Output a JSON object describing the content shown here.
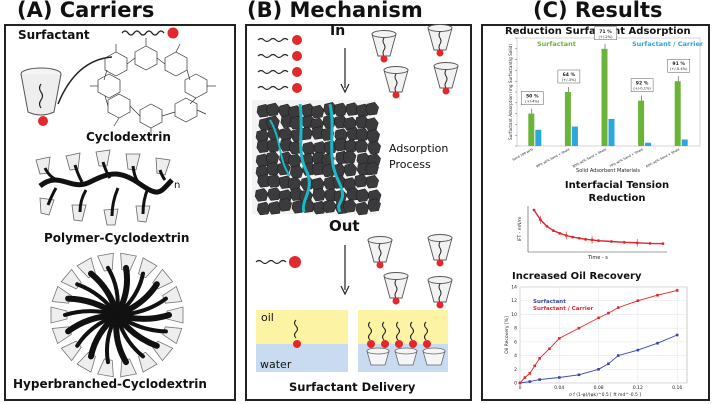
{
  "headers": {
    "a": "(A) Carriers",
    "b": "(B) Mechanism",
    "c": "(C) Results"
  },
  "carriers": {
    "surfactant": "Surfactant",
    "cyclodextrin": "Cyclodextrin",
    "polymer": "Polymer-Cyclodextrin",
    "polymer_n": "n",
    "hyper": "Hyperbranched-Cyclodextrin"
  },
  "mechanism": {
    "in": "In",
    "out": "Out",
    "adsorption": "Adsorption Process",
    "oil": "oil",
    "water": "water",
    "delivery": "Surfactant Delivery"
  },
  "results": {
    "chart1_title": "Reduction Surfactant Adsorption",
    "chart2_title": "Interfacial Tension Reduction",
    "chart3_title": "Increased Oil Recovery"
  },
  "colors": {
    "red": "#e4262d",
    "green": "#6ab43a",
    "blue": "#2aa7dc",
    "navy": "#3846a8",
    "teal": "#1bb7c8"
  },
  "chart_data": [
    {
      "type": "bar",
      "title": "Reduction Surfactant Adsorption",
      "xlabel": "Solid Adsorbent Materials",
      "ylabel": "Surfactant Adsorption (mg Surfactant/g Solid)",
      "categories": [
        "Sand 100 wt%",
        "90% wt% Sand + Shale",
        "80% wt% Sand + Shale",
        "70% wt% Sand + Shale",
        "60% wt% Sand + Shale"
      ],
      "series": [
        {
          "name": "Surfactant",
          "values": [
            0.3,
            0.5,
            0.9,
            0.42,
            0.6
          ]
        },
        {
          "name": "Surfactant / Carrier",
          "values": [
            0.15,
            0.18,
            0.25,
            0.03,
            0.06
          ]
        }
      ],
      "annotations": [
        "50 %",
        "(+/-4%)",
        "64 %",
        "(+/-3%)",
        "71 %",
        "(+/-2%)",
        "92 %",
        "(+/-0.1%)",
        "91 %",
        "(+/-0.4%)"
      ],
      "ylim": [
        0,
        1.0
      ]
    },
    {
      "type": "line",
      "title": "Interfacial Tension Reduction",
      "xlabel": "Time - s",
      "ylabel": "IFT - mN/m",
      "x": [
        0,
        1,
        2,
        3,
        4,
        5,
        6,
        7,
        8,
        9,
        10,
        12,
        14,
        16,
        18,
        20
      ],
      "values": [
        10,
        8.2,
        7.0,
        6.2,
        5.7,
        5.3,
        5.0,
        4.8,
        4.6,
        4.5,
        4.35,
        4.2,
        4.05,
        3.95,
        3.85,
        3.8
      ]
    },
    {
      "type": "line",
      "title": "Increased Oil Recovery",
      "xlabel": "σ f (1-φ)/(φk)^0.5 [ ft md^-0.5 ]",
      "ylabel": "Oil Recovery [%]",
      "x_ticks": [
        "0",
        "0.04",
        "0.08",
        "0.12",
        "0.16"
      ],
      "y_ticks": [
        "0",
        "2",
        "4",
        "6",
        "8",
        "10",
        "12",
        "14"
      ],
      "ylim": [
        0,
        14
      ],
      "xlim": [
        0,
        0.17
      ],
      "series": [
        {
          "name": "Surfactant",
          "x": [
            0,
            0.01,
            0.02,
            0.04,
            0.06,
            0.08,
            0.09,
            0.1,
            0.12,
            0.14,
            0.16
          ],
          "values": [
            0,
            0.2,
            0.5,
            0.8,
            1.2,
            2.0,
            2.8,
            4.0,
            4.8,
            5.8,
            7.0
          ]
        },
        {
          "name": "Surfactant / Carrier",
          "x": [
            0,
            0.005,
            0.01,
            0.015,
            0.02,
            0.03,
            0.04,
            0.06,
            0.08,
            0.09,
            0.1,
            0.12,
            0.14,
            0.16
          ],
          "values": [
            0,
            0.8,
            1.4,
            2.5,
            3.6,
            5.0,
            6.5,
            8.0,
            9.5,
            10.2,
            11.0,
            12.0,
            12.8,
            13.5
          ]
        }
      ]
    }
  ]
}
